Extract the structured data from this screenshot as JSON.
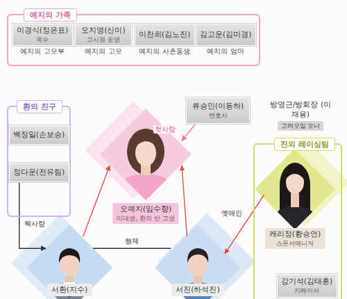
{
  "diagram": {
    "nodes": [
      {
        "text": [
          "예지의 가족"
        ]
      },
      {
        "text": [
          "이경식(정은표)",
          "목수",
          "예지의 고모부"
        ],
        "in": 0
      },
      {
        "text": [
          "오지영(신이)",
          "고시원 운영",
          "예지의 고모"
        ],
        "in": 0
      },
      {
        "text": [
          "이찬희(김노진)",
          "예지의 사촌동생"
        ],
        "in": 0
      },
      {
        "text": [
          "김고운(김미경)",
          "예지의 엄마"
        ],
        "in": 0
      },
      {
        "text": [
          "환의 친구"
        ]
      },
      {
        "text": [
          "백정일(손보승)"
        ],
        "in": 5
      },
      {
        "text": [
          "정다운(전유림)"
        ],
        "in": 5
      },
      {
        "text": [
          "류승민(이동하)",
          "변호사"
        ]
      },
      {
        "text": [
          "방영근/방회장 (이재용)",
          "고려오일 오너"
        ]
      },
      {
        "text": [
          "진의 레이싱팀"
        ]
      },
      {
        "text": [
          "오예지(임수향)",
          "미대생, 환의 반 고생"
        ]
      },
      {
        "text": [
          "캐리정(황승언)",
          "스폰서매니저"
        ],
        "in": 10
      },
      {
        "text": [
          "서환(지수)"
        ]
      },
      {
        "text": [
          "서진(하석진)"
        ]
      },
      {
        "text": [
          "강기석(김태훈)",
          "카레이서"
        ],
        "in": 10
      }
    ],
    "edges": [
      {
        "from": 8,
        "to": 11,
        "label": "첫사랑",
        "arrow": "to"
      },
      {
        "from": 7,
        "to": 13,
        "label": "짝사랑",
        "arrow": "to"
      },
      {
        "from": 13,
        "to": 11,
        "arrow": "to"
      },
      {
        "from": 14,
        "to": 11,
        "arrow": "to"
      },
      {
        "from": 12,
        "to": 14,
        "label": "옛애인",
        "arrow": "to"
      },
      {
        "from": 13,
        "to": 14,
        "label": "형제",
        "arrow": "none"
      }
    ]
  }
}
